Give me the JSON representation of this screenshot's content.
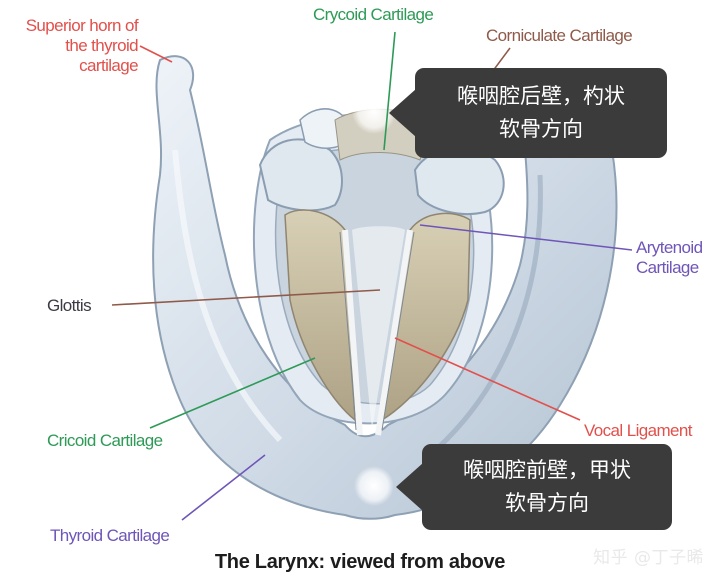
{
  "labels": {
    "superior_horn": [
      "Superior horn of",
      "the thyroid",
      "cartilage"
    ],
    "cricoid_top": "Crycoid Cartilage",
    "corniculate": "Corniculate Cartilage",
    "arytenoid": [
      "Arytenoid",
      "Cartilage"
    ],
    "glottis": "Glottis",
    "cricoid_left": "Cricoid Cartilage",
    "vocal_ligament": "Vocal Ligament",
    "thyroid": "Thyroid Cartilage"
  },
  "callouts": {
    "top": [
      "喉咽腔后壁，杓状",
      "软骨方向"
    ],
    "bottom": [
      "喉咽腔前壁，甲状",
      "软骨方向"
    ]
  },
  "caption": "The Larynx: viewed from above",
  "watermark": "知乎 @丁子晞",
  "colors": {
    "label_red": "#e2504b",
    "label_green": "#2e9a57",
    "label_purple": "#6f55b8",
    "callout_bg": "#3b3b3b",
    "cartilage": "#d5dfe9",
    "vocal_fold": "#c2b89a"
  }
}
